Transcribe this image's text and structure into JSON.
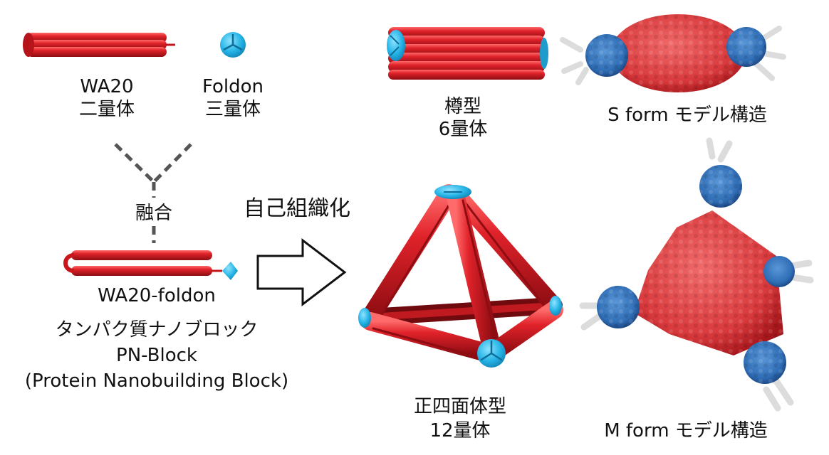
{
  "labels": {
    "wa20_name": "WA20",
    "wa20_oligomer": "二量体",
    "foldon_name": "Foldon",
    "foldon_oligomer": "三量体",
    "fusion": "融合",
    "self_assembly": "自己組織化",
    "fusion_protein": "WA20-foldon",
    "pn_block_jp": "タンパク質ナノブロック",
    "pn_block_en": "PN-Block",
    "pn_block_full": "(Protein Nanobuilding Block)",
    "barrel_type": "樽型",
    "barrel_oligomer": "6量体",
    "tetra_type": "正四面体型",
    "tetra_oligomer": "12量体",
    "s_form": "S form モデル構造",
    "m_form": "M form モデル構造"
  },
  "colors": {
    "helix_red": "#d81f26",
    "helix_dark": "#8e0d12",
    "foldon_cyan": "#25b4e6",
    "surface_red": "#d93a3d",
    "surface_blue": "#2f6db5",
    "surface_grey": "#dcdcdc",
    "arrow_outline": "#111111",
    "fusion_line": "#555555"
  },
  "icons": {
    "fusion_lines": "dashed-y-merge",
    "assembly_arrow": "hollow-right-arrow"
  }
}
